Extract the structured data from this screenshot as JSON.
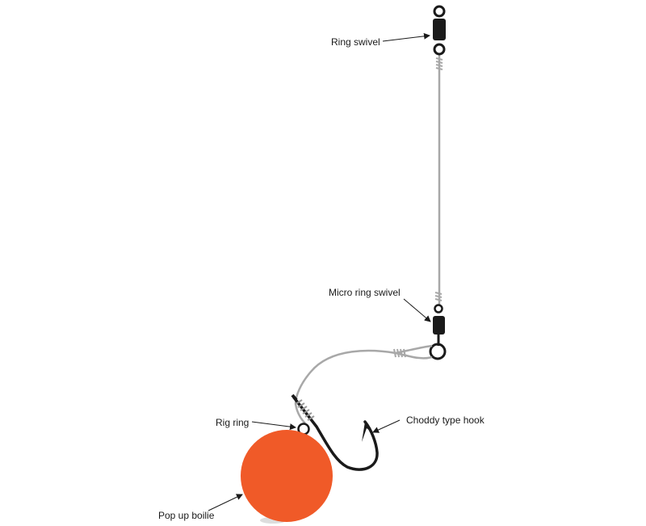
{
  "labels": {
    "ring_swivel": "Ring swivel",
    "micro_ring_swivel": "Micro ring swivel",
    "rig_ring": "Rig ring",
    "choddy_hook": "Choddy type hook",
    "pop_up_boilie": "Pop up boilie"
  },
  "colors": {
    "boilie": "#F05A28",
    "line": "#A8A8A8",
    "metal": "#1a1a1a"
  }
}
